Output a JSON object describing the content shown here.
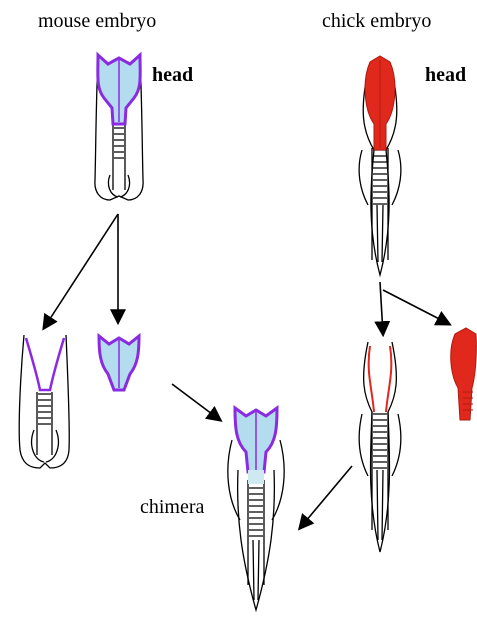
{
  "labels": {
    "mouse_title": "mouse embryo",
    "chick_title": "chick embryo",
    "mouse_head": "head",
    "chick_head": "head",
    "chimera": "chimera"
  },
  "colors": {
    "mouse_head_fill": "#b3dcef",
    "mouse_head_outline": "#8a2be2",
    "chick_head_fill": "#e0281c",
    "line": "#000000",
    "background": "#ffffff"
  }
}
